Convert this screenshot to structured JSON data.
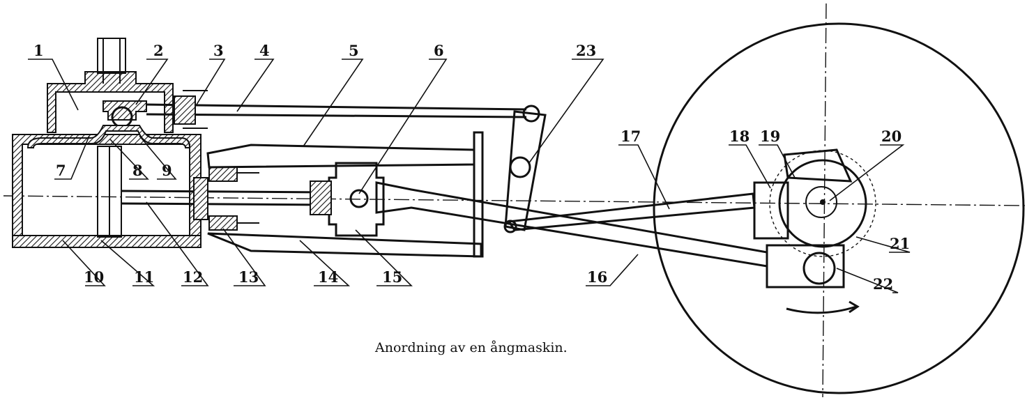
{
  "caption": "Anordning av en ångmaskin.",
  "part_labels": [
    "1",
    "2",
    "3",
    "4",
    "5",
    "6",
    "7",
    "8",
    "9",
    "10",
    "11",
    "12",
    "13",
    "14",
    "15",
    "16",
    "17",
    "18",
    "19",
    "20",
    "21",
    "22",
    "23"
  ]
}
